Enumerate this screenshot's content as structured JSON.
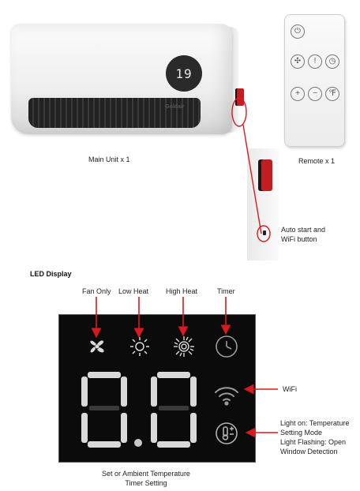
{
  "main_unit": {
    "display_value": "19",
    "brand": "Goldair",
    "caption": "Main Unit x 1"
  },
  "remote": {
    "caption": "Remote x 1",
    "buttons": [
      "power-icon",
      "fan-icon",
      "heat-icon",
      "timer-icon",
      "plus-icon",
      "minus-icon",
      "thermometer-icon"
    ]
  },
  "auto_start": {
    "label_line1": "Auto start and",
    "label_line2": "WiFi button"
  },
  "led_section": {
    "heading": "LED Display",
    "labels": {
      "fan_only": "Fan Only",
      "low_heat": "Low Heat",
      "high_heat": "High Heat",
      "timer": "Timer",
      "wifi": "WiFi",
      "temp_line1": "Light on: Temperature",
      "temp_line2": "Setting Mode",
      "temp_line3": "Light Flashing: Open",
      "temp_line4": "Window Detection",
      "bottom_line1": "Set or Ambient Temperature",
      "bottom_line2": "Timer Setting"
    }
  },
  "colors": {
    "callout_red": "#d8191f",
    "rocker_red": "#c21d22",
    "display_bg": "#0b0b0b",
    "segment": "#d9d9d9"
  }
}
